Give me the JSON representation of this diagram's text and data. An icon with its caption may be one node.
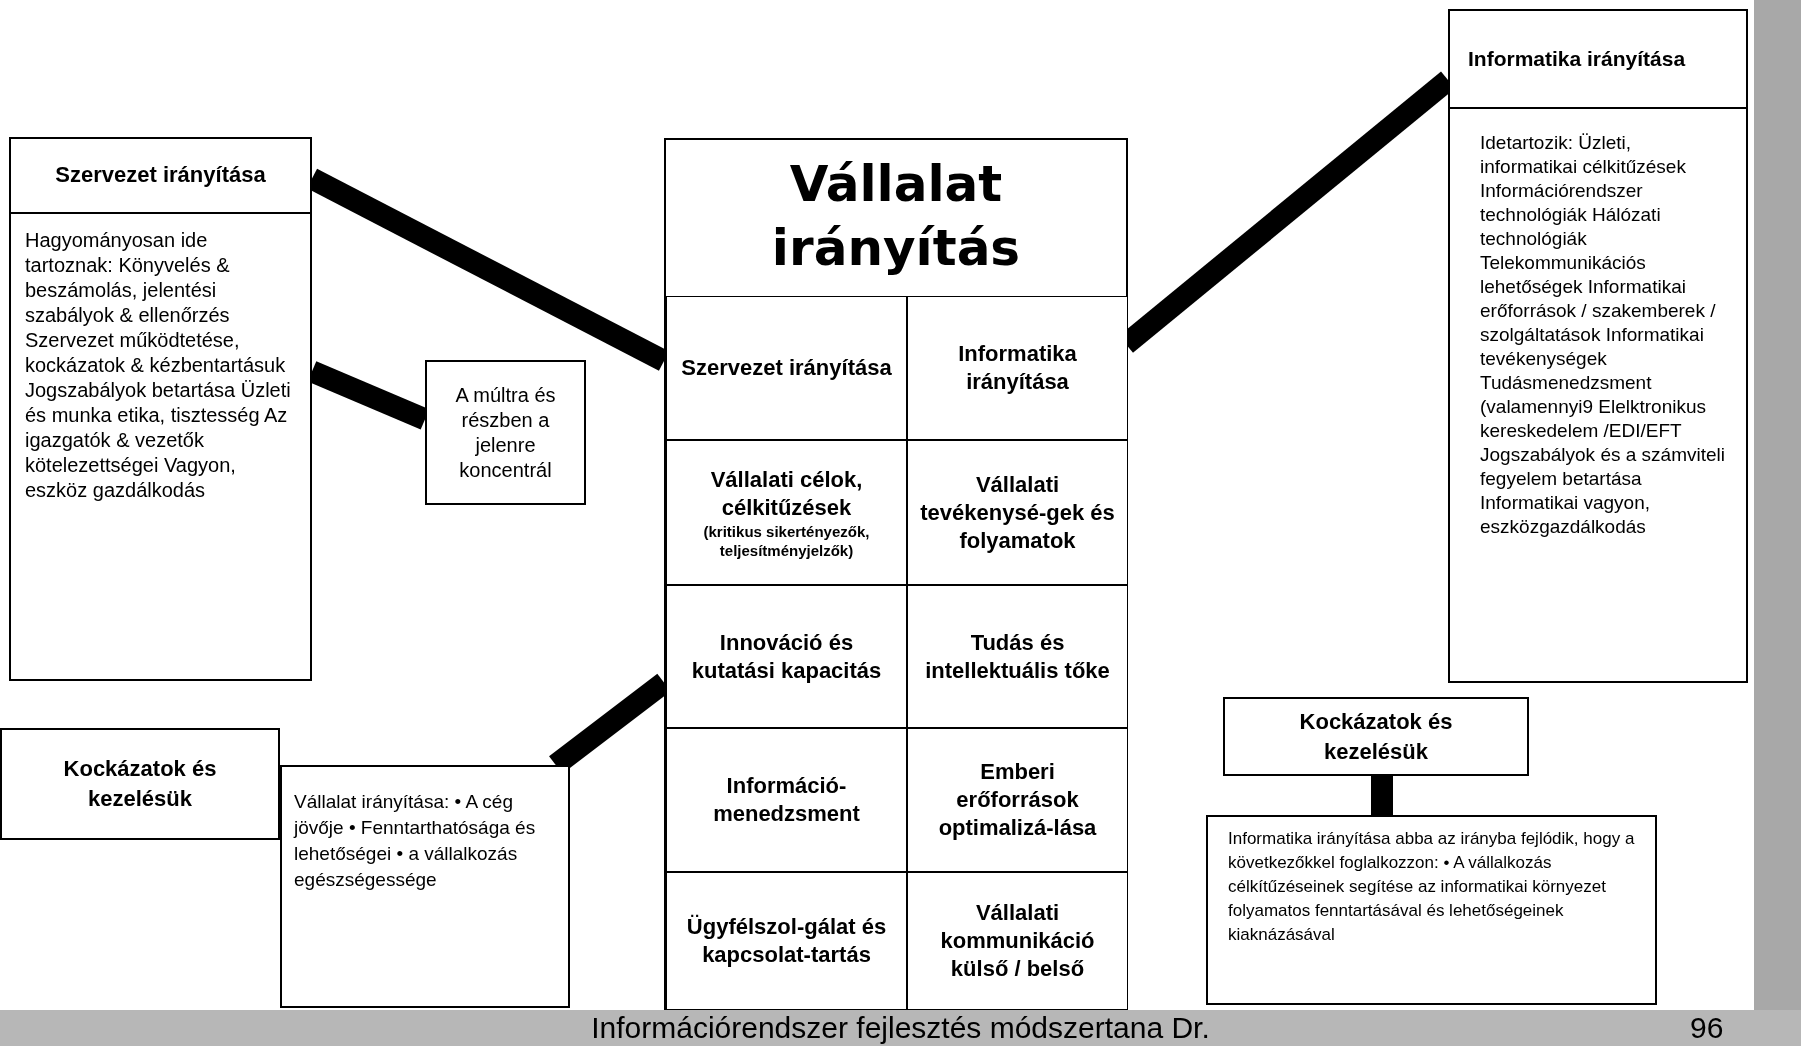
{
  "diagram": {
    "nodes": [
      {
        "text": [
          "Szervezet irányítása",
          "Hagyományosan ide tartoznak: Könyvelés & beszámolás, jelentési szabályok & ellenőrzés Szervezet működtetése, kockázatok & kézbentartásuk Jogszabályok betartása Üzleti és munka etika, tisztesség Az igazgatók & vezetők kötelezettségei Vagyon, eszköz gazdálkodás"
        ]
      },
      {
        "text": [
          "A múltra és részben a jelenre koncentrál"
        ]
      },
      {
        "text": [
          "Vállalat irányítás"
        ]
      },
      {
        "text": [
          "Szervezet irányítása"
        ],
        "in": 2
      },
      {
        "text": [
          "Informatika irányítása"
        ],
        "in": 2
      },
      {
        "text": [
          "Vállalati célok, célkitűzések",
          "(kritikus sikertényezők, teljesítményjelzők)"
        ],
        "in": 2
      },
      {
        "text": [
          "Vállalati tevékenysé-gek és folyamatok"
        ],
        "in": 2
      },
      {
        "text": [
          "Innováció és kutatási kapacitás"
        ],
        "in": 2
      },
      {
        "text": [
          "Tudás és intellektuális tőke"
        ],
        "in": 2
      },
      {
        "text": [
          "Információ-menedzsment"
        ],
        "in": 2
      },
      {
        "text": [
          "Emberi erőforrások optimalizá-lása"
        ],
        "in": 2
      },
      {
        "text": [
          "Ügyfélszol-gálat és kapcsolat-tartás"
        ],
        "in": 2
      },
      {
        "text": [
          "Vállalati kommunikáció külső / belső"
        ],
        "in": 2
      },
      {
        "text": [
          "Informatika irányítása",
          "Idetartozik: Üzleti, informatikai célkitűzések Információrendszer technológiák Hálózati technológiák Telekommunikációs lehetőségek Informatikai erőforrások / szakemberek / szolgáltatások Informatikai tevékenységek Tudásmenedzsment (valamennyi9 Elelktronikus kereskedelem /EDI/EFT Jogszabályok és a számviteli fegyelem betartása Informatikai vagyon, eszközgazdálkodás"
        ]
      },
      {
        "text": [
          "Kockázatok és kezelésük"
        ]
      },
      {
        "text": [
          "Informatika irányítása abba az irányba fejlódik, hogy a következőkkel foglalkozzon: • A vállalkozás célkítűzéseinek segítése az informatikai környezet folyamatos fenntartásával és lehetőségeinek kiaknázásával"
        ]
      },
      {
        "text": [
          "Kockázatok és kezelésük"
        ]
      },
      {
        "text": [
          "Vállalat irányítása: • A cég jövője • Fenntarthatósága és lehetőségei • a vállalkozás egészségessége"
        ]
      }
    ],
    "edges": [
      {
        "from": 0,
        "to": 3,
        "arrow": "none"
      },
      {
        "from": 0,
        "to": 1,
        "arrow": "none"
      },
      {
        "from": 4,
        "to": 13,
        "arrow": "none"
      },
      {
        "from": 17,
        "to": 7,
        "arrow": "none"
      },
      {
        "from": 14,
        "to": 15,
        "arrow": "none"
      }
    ],
    "labels": [
      "Információrendszer fejlesztés módszertana Dr.",
      "96"
    ]
  }
}
